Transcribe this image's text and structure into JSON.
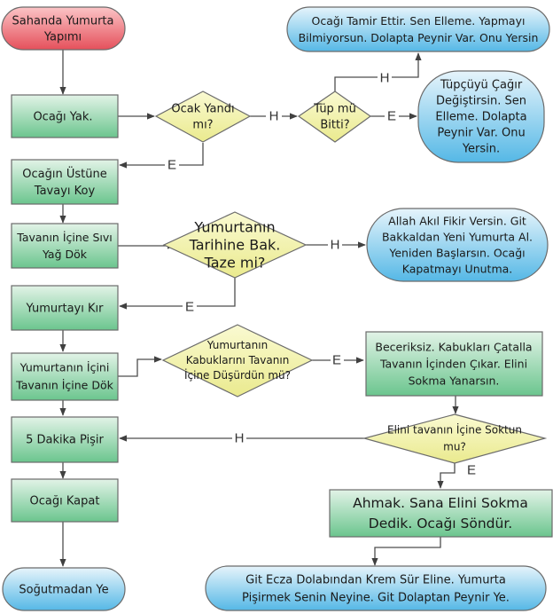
{
  "title": "Sahanda Yumurta Yapımı",
  "colors": {
    "start_fill_top": "#f7a4a8",
    "start_fill_bottom": "#e8505a",
    "process_fill_top": "#dcf0e2",
    "process_fill_bottom": "#6cc58f",
    "decision_fill": "#f0f0a8",
    "terminal_fill_top": "#def0fa",
    "terminal_fill_bottom": "#5fbde8"
  },
  "nodes": {
    "start": [
      "Sahanda Yumurta",
      "Yapımı"
    ],
    "ocagi_yak": [
      "Ocağı Yak."
    ],
    "ocak_yandi": [
      "Ocak Yandı",
      "mı?"
    ],
    "tup_bitti": [
      "Tüp mü",
      "Bitti?"
    ],
    "tamir": [
      "Ocağı Tamir Ettir. Sen Elleme. Yapmayı",
      "Bilmiyorsun. Dolapta Peynir Var. Onu Yersin"
    ],
    "tupcu": [
      "Tüpçüyü Çağır",
      "Değiştirsin. Sen",
      "Elleme. Dolapta",
      "Peynir Var. Onu",
      "Yersin."
    ],
    "tava_koy": [
      "Ocağın Üstüne",
      "Tavayı Koy"
    ],
    "yag_dok": [
      "Tavanın İçine Sıvı",
      "Yağ Dök"
    ],
    "tarih": [
      "Yumurtanın",
      "Tarihine Bak.",
      "Taze mi?"
    ],
    "allah": [
      "Allah Akıl Fikir Versin. Git",
      "Bakkaldan Yeni Yumurta Al.",
      "Yeniden Başlarsın. Ocağı",
      "Kapatmayı Unutma."
    ],
    "kir": [
      "Yumurtayı Kır"
    ],
    "icini_dok": [
      "Yumurtanın İçini",
      "Tavanın İçine Dök"
    ],
    "kabuk": [
      "Yumurtanın",
      "Kabuklarını Tavanın",
      "İçine Düşürdün mü?"
    ],
    "beceriksiz": [
      "Beceriksiz. Kabukları Çatalla",
      "Tavanın İçinden Çıkar. Elini",
      "Sokma Yanarsın."
    ],
    "pisir": [
      "5 Dakika Pişir"
    ],
    "elini": [
      "Elini tavanın İçine Soktun",
      "mu?"
    ],
    "kapat": [
      "Ocağı Kapat"
    ],
    "ahmak": [
      "Ahmak. Sana Elini Sokma",
      "Dedik. Ocağı Söndür."
    ],
    "sogutmadan": [
      "Soğutmadan Ye"
    ],
    "ecza": [
      "Git Ecza Dolabından Krem Sür Eline. Yumurta",
      "Pişirmek Senin Neyine. Git Dolaptan Peynir Ye."
    ]
  },
  "edge_labels": {
    "ocak_tup": "H",
    "ocak_tava": "E",
    "tup_tamir": "H",
    "tup_tupcu": "E",
    "tarih_allah": "H",
    "tarih_kir": "E",
    "kabuk_beceriksiz": "E",
    "elini_pisir": "H",
    "elini_ahmak": "E"
  }
}
